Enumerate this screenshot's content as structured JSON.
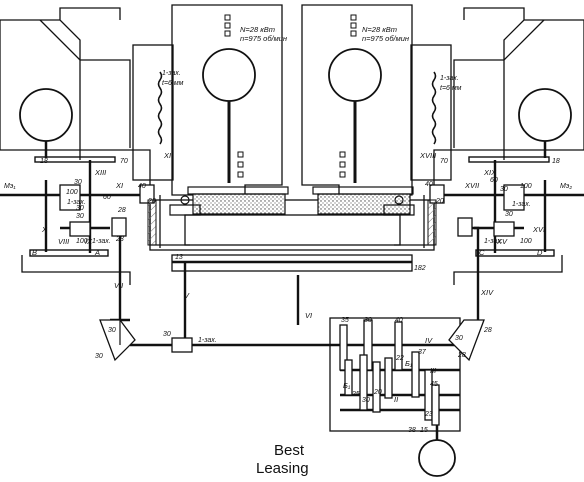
{
  "motor_spec": {
    "left": [
      "N=28 кВт",
      "n=975 об/мин"
    ],
    "right": [
      "N=28 кВт",
      "n=975 об/мин"
    ]
  },
  "screw_spec": {
    "left": [
      "1-зах.",
      "t=6 мм"
    ],
    "right": [
      "1-зах.",
      "t=6 мм"
    ]
  },
  "shafts": {
    "II": "XII",
    "XVIII": "XVIII",
    "XIII": "XIII",
    "XIX": "XIX",
    "XI": "XI",
    "XVII": "XVII",
    "X": "X",
    "XVI": "XVI",
    "VIII": "VIII",
    "IX": "IX",
    "XV": "XV",
    "VII": "VII",
    "XIV": "XIV",
    "V": "V",
    "VI": "VI",
    "IV": "IV",
    "III": "III",
    "II_low": "II"
  },
  "nodes": {
    "A": "A",
    "B": "B",
    "C": "C",
    "D": "D",
    "B1_top": "Б₁",
    "B1_bot": "Б₁"
  },
  "motor_labels": {
    "left": "Мэ₁",
    "right": "Мэ₂"
  },
  "gears_left": [
    "18",
    "70",
    "30",
    "100",
    "60",
    "30",
    "30",
    "40",
    "20",
    "1-зах.",
    "28",
    "28",
    "1-зах.",
    "100"
  ],
  "gears_right": [
    "70",
    "18",
    "40",
    "20",
    "60",
    "30",
    "100",
    "1-зах.",
    "30",
    "1-зах.",
    "100",
    "28",
    "28"
  ],
  "box_gears": [
    "35",
    "30",
    "40",
    "22",
    "37",
    "25",
    "30",
    "20",
    "45",
    "38",
    "23",
    "15"
  ],
  "transmission": {
    "in": "30",
    "worm": "1-зах.",
    "wormwheel": "30",
    "t13": "13",
    "t182": "182",
    "z30": "30",
    "z30b": "30"
  },
  "watermark": [
    "Best",
    "Leasing"
  ],
  "colors": {
    "ink": "#111111",
    "hatch": "#9a9a9a",
    "bg": "#ffffff"
  }
}
